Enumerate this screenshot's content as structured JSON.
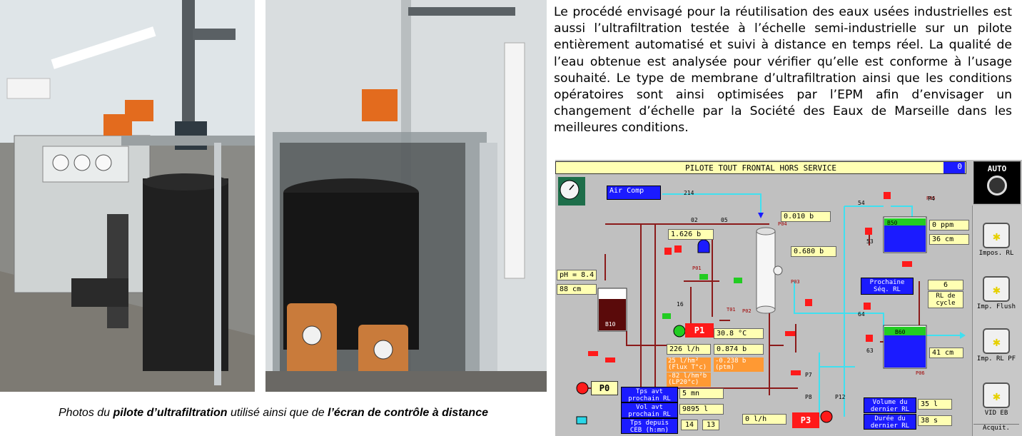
{
  "paragraph": "Le procédé envisagé pour la réutilisation des eaux usées industrielles est aussi l’ultrafiltration testée à l’échelle semi-industrielle sur un pilote entièrement automatisé et suivi à distance en temps réel. La qualité de l’eau obtenue est analysée pour vérifier qu’elle est conforme à l’usage souhaité. Le type de membrane d’ultrafiltration ainsi que les conditions opératoires sont ainsi optimisées par l’EPM afin d’envisager un changement d’échelle par la Société des Eaux de Marseille dans les meilleures conditions.",
  "caption": {
    "part1": "Photos du ",
    "bold1": "pilote d’ultrafiltration",
    "part2": " utilisé ainsi que de ",
    "bold2": "l’écran de contrôle à distance"
  },
  "scada": {
    "title": "PILOTE TOUT FRONTAL HORS SERVICE",
    "counter": "0",
    "mode": "AUTO",
    "air_comp": "Air Comp",
    "p1_label": "P1",
    "p0_label": "P0",
    "p3_label": "P3",
    "pressure_top": "0.010  b",
    "pressure_1": "1.626  b",
    "pressure_2": "0.680  b",
    "ph": "pH = 8.4",
    "level_b10": "88    cm",
    "b10": "B10",
    "b50": "B50",
    "b60": "B60",
    "ppm": "0    ppm",
    "cm_b50": "36    cm",
    "cm_b60": "41    cm",
    "prochaine_seq": "Prochaine\nSéq. RL",
    "rl_cycle_value": "6",
    "rl_cycle_label": "RL de\ncycle",
    "temperature": "30.8    °C",
    "flow_p1": "226     l/h",
    "pressure_p1": "0.874   b",
    "flux_value": "25   l/hm²",
    "flux_label": "(Flux T°c)",
    "lp_value": "-82  l/hm²b",
    "lp_label": "(LP20°c)",
    "ptm_value": "-0.238  b",
    "ptm_label": "(ptm)",
    "tps_label_1": "Tps avt\nprochain RL",
    "tps_value_1": "5       mn",
    "vol_label": "Vol avt\nprochain RL",
    "vol_value": "9895     l",
    "ceb_label": "Tps depuis\nCEB (h:mn)",
    "ceb_h": "14",
    "ceb_m": "13",
    "flow_p3": "0     l/h",
    "vol_last_label": "Volume du\ndernier RL",
    "vol_last_value": "35    l",
    "dur_last_label": "Durée du\ndernier RL",
    "dur_last_value": "38    s",
    "side_buttons": [
      "Impos. RL",
      "Imp. Flush",
      "Imp. RL PF",
      "VID EB"
    ],
    "acquit": "Acquit.",
    "tags": [
      "P04",
      "P01",
      "P03",
      "P02",
      "T01",
      "P05",
      "P06"
    ],
    "valves": [
      "214",
      "02",
      "05",
      "16",
      "54",
      "53",
      "64",
      "63",
      "P4",
      "P7",
      "P8",
      "P12"
    ]
  },
  "colors": {
    "screen_bg": "#c0c0c0",
    "title_bar": "#ffffb3",
    "blue": "#1b1bff",
    "pipe_cyan": "#40e0f0",
    "pipe_red": "#8b1a1a",
    "red": "#ff1a1a",
    "green": "#22cc22",
    "orange": "#ff9933"
  }
}
